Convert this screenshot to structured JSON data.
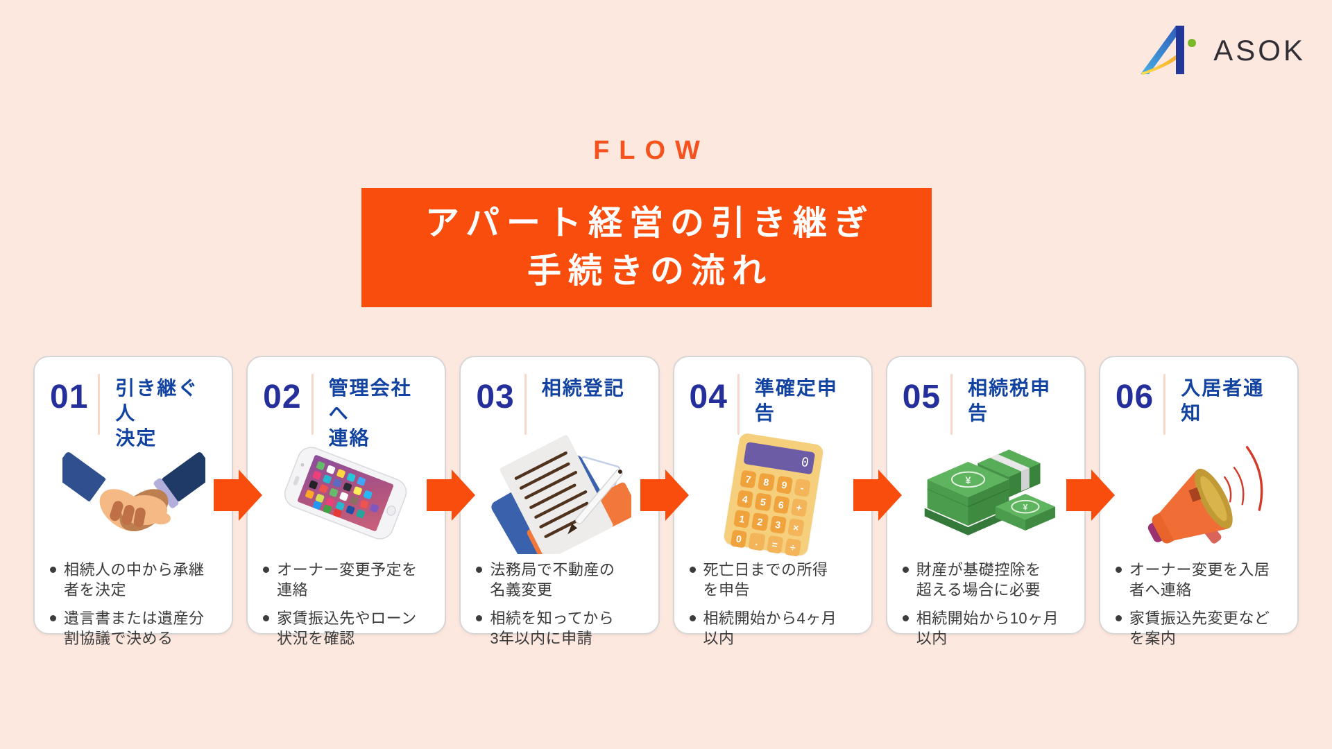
{
  "logo": {
    "brand": "ASOK"
  },
  "header": {
    "eyebrow": "FLOW",
    "title_line1": "アパート経営の引き継ぎ",
    "title_line2": "手続きの流れ"
  },
  "colors": {
    "background": "#FDE8DF",
    "accent_orange": "#F94D0D",
    "number_blue": "#252F9C",
    "title_blue": "#1243A0",
    "card_border": "#D6D6D6",
    "divider_peach": "#F8D8C6",
    "body_text": "#3A3A3A"
  },
  "icons": {
    "calculator": {
      "display": "0",
      "keys": [
        "7",
        "8",
        "9",
        "-",
        "4",
        "5",
        "6",
        "+",
        "1",
        "2",
        "3",
        "×",
        "0",
        ".",
        "=",
        "÷"
      ]
    },
    "money": {
      "currency": "¥"
    }
  },
  "steps": [
    {
      "number": "01",
      "title": "引き継ぐ人\n決定",
      "icon": "handshake-icon",
      "bullets": [
        "相続人の中から承継\n者を決定",
        "遺言書または遺産分\n割協議で決める"
      ]
    },
    {
      "number": "02",
      "title": "管理会社へ\n連絡",
      "icon": "smartphone-icon",
      "bullets": [
        "オーナー変更予定を\n連絡",
        "家賃振込先やローン\n状況を確認"
      ]
    },
    {
      "number": "03",
      "title": "相続登記",
      "icon": "documents-icon",
      "bullets": [
        "法務局で不動産の\n名義変更",
        "相続を知ってから\n3年以内に申請"
      ]
    },
    {
      "number": "04",
      "title": "準確定申告",
      "icon": "calculator-icon",
      "bullets": [
        "死亡日までの所得\nを申告",
        "相続開始から4ヶ月\n以内"
      ]
    },
    {
      "number": "05",
      "title": "相続税申告",
      "icon": "money-stack-icon",
      "bullets": [
        "財産が基礎控除を\n超える場合に必要",
        "相続開始から10ヶ月\n以内"
      ]
    },
    {
      "number": "06",
      "title": "入居者通知",
      "icon": "megaphone-icon",
      "bullets": [
        "オーナー変更を入居\n者へ連絡",
        "家賃振込先変更など\nを案内"
      ]
    }
  ]
}
